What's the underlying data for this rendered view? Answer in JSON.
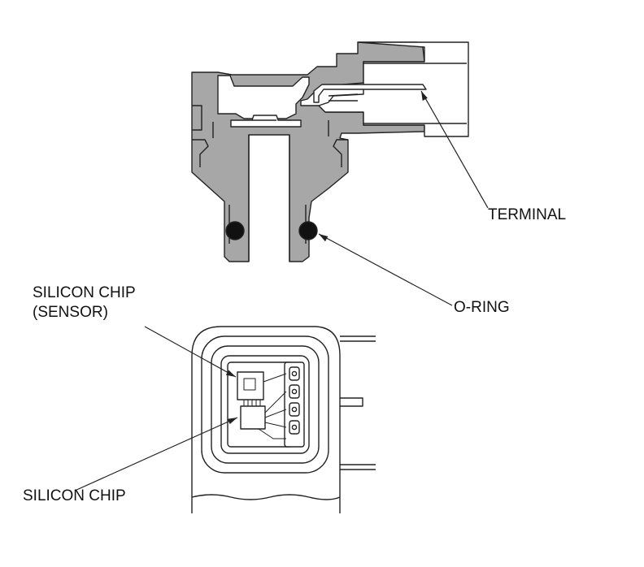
{
  "labels": {
    "terminal": "TERMINAL",
    "o_ring": "O-RING",
    "silicon_chip_sensor_line1": "SILICON CHIP",
    "silicon_chip_sensor_line2": "(SENSOR)",
    "silicon_chip": "SILICON CHIP"
  },
  "colors": {
    "housing_fill": "#a7a7a7",
    "line": "#222222",
    "o_ring": "#111111",
    "background": "#ffffff"
  }
}
